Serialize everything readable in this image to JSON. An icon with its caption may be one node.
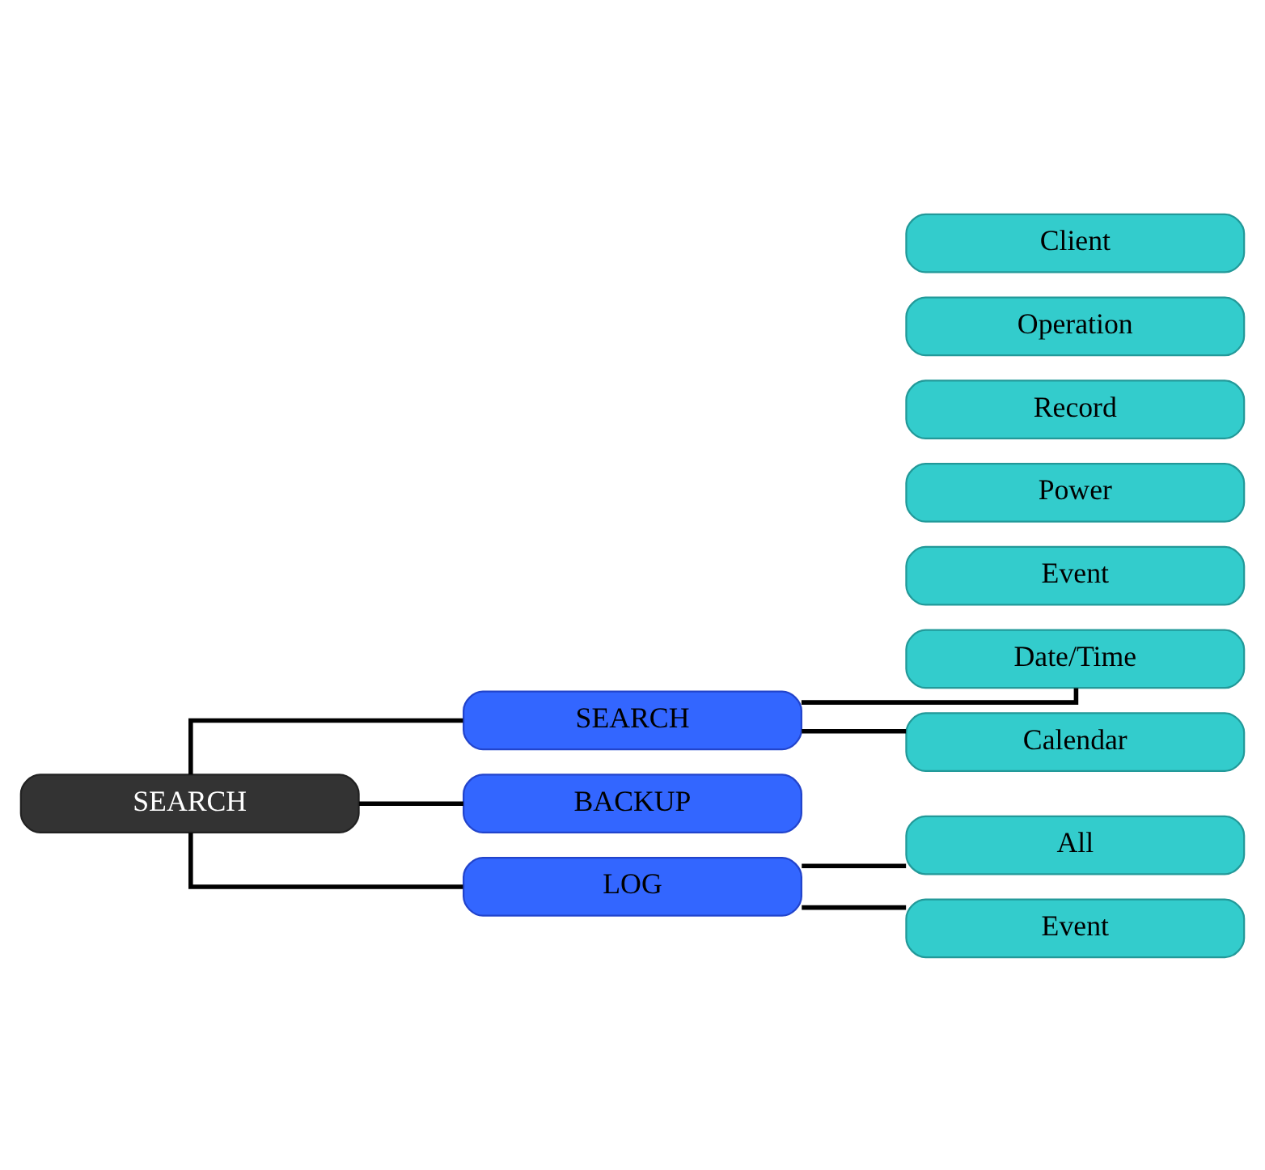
{
  "diagram": {
    "nodes": [
      {
        "text": [
          "SEARCH"
        ]
      },
      {
        "text": [
          "SEARCH"
        ]
      },
      {
        "text": [
          "BACKUP"
        ]
      },
      {
        "text": [
          "LOG"
        ]
      },
      {
        "text": [
          "Date/Time"
        ]
      },
      {
        "text": [
          "Event"
        ]
      },
      {
        "text": [
          "Calendar"
        ]
      },
      {
        "text": [
          "All"
        ]
      },
      {
        "text": [
          "Power"
        ]
      },
      {
        "text": [
          "Record"
        ]
      },
      {
        "text": [
          "Operation"
        ]
      },
      {
        "text": [
          "Client"
        ]
      },
      {
        "text": [
          "Event"
        ]
      }
    ],
    "edges": [
      {
        "from": 0,
        "to": 1,
        "arrow": "none"
      },
      {
        "from": 0,
        "to": 2,
        "arrow": "none"
      },
      {
        "from": 0,
        "to": 3,
        "arrow": "none"
      },
      {
        "from": 1,
        "to": 4,
        "arrow": "none"
      },
      {
        "from": 1,
        "to": 6,
        "arrow": "none"
      },
      {
        "from": 3,
        "to": 7,
        "arrow": "none"
      },
      {
        "from": 3,
        "to": 12,
        "arrow": "none"
      }
    ]
  }
}
